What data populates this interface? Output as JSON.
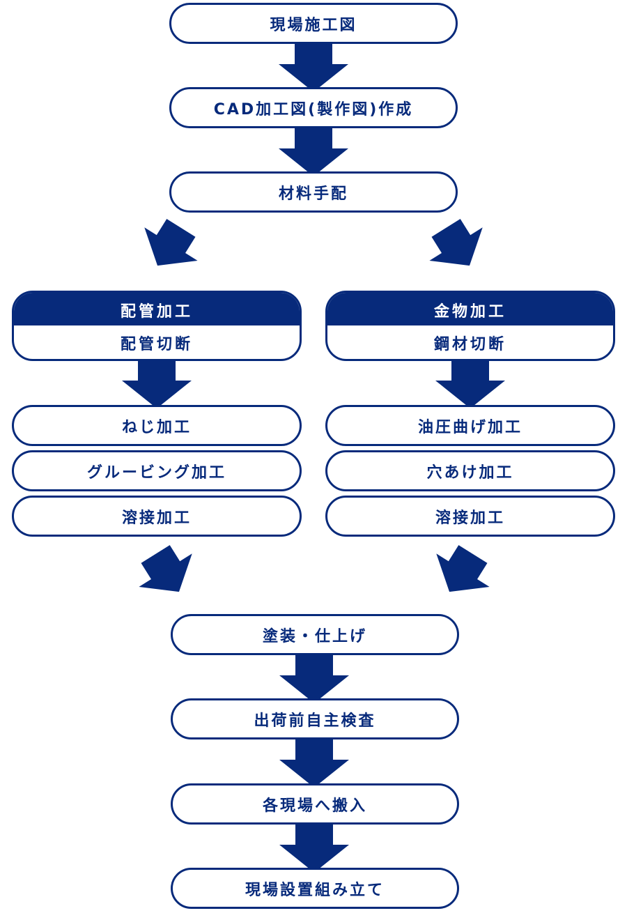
{
  "colors": {
    "primary": "#072a7b",
    "background": "#ffffff"
  },
  "flow": {
    "top_steps": [
      {
        "label": "現場施工図"
      },
      {
        "label": "CAD加工図(製作図)作成"
      },
      {
        "label": "材料手配"
      }
    ],
    "branches": [
      {
        "title": "配管加工",
        "first_step": "配管切断",
        "steps": [
          "ねじ加工",
          "グルービング加工",
          "溶接加工"
        ]
      },
      {
        "title": "金物加工",
        "first_step": "鋼材切断",
        "steps": [
          "油圧曲げ加工",
          "穴あけ加工",
          "溶接加工"
        ]
      }
    ],
    "bottom_steps": [
      {
        "label": "塗装・仕上げ"
      },
      {
        "label": "出荷前自主検査"
      },
      {
        "label": "各現場へ搬入"
      },
      {
        "label": "現場設置組み立て"
      }
    ]
  },
  "icons": {
    "down_arrow": "down-arrow-icon",
    "split_arrow_left": "arrow-down-left-icon",
    "split_arrow_right": "arrow-down-right-icon",
    "merge_arrow_left": "arrow-down-right-icon",
    "merge_arrow_right": "arrow-down-left-icon"
  }
}
